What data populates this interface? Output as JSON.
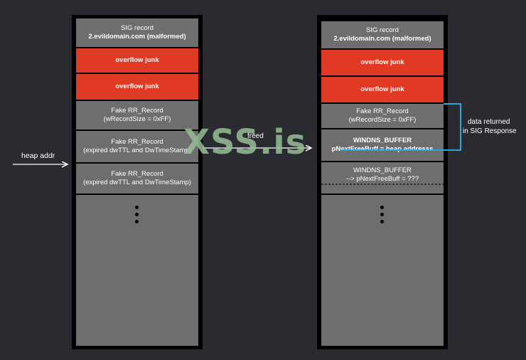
{
  "left_stack": {
    "blocks": [
      {
        "line1": "SIG record",
        "line2": "2.evildomain.com (malformed)",
        "kind": "gray"
      },
      {
        "line1": "overflow junk",
        "kind": "red"
      },
      {
        "line1": "overflow junk",
        "kind": "red"
      },
      {
        "line1": "Fake RR_Record",
        "line2": "(wRecordSize = 0xFF)",
        "kind": "gray"
      },
      {
        "line1": "Fake RR_Record",
        "line2": "(expired dwTTL and DwTimeStamp)",
        "kind": "gray"
      },
      {
        "line1": "Fake RR_Record",
        "line2": "(expired dwTTL and DwTimeStamp)",
        "kind": "gray"
      }
    ]
  },
  "right_stack": {
    "blocks": [
      {
        "line1": "SIG record",
        "line2": "2.evildomain.com (malformed)",
        "kind": "gray"
      },
      {
        "line1": "overflow junk",
        "kind": "red"
      },
      {
        "line1": "overflow junk",
        "kind": "red"
      },
      {
        "line1": "Fake RR_Record",
        "line2": "(wRecordSize = 0xFF)",
        "kind": "gray"
      },
      {
        "line1": "WINDNS_BUFFER",
        "line2": "pNextFreeBuff = heap addresss",
        "kind": "gray"
      },
      {
        "line1": "WINDNS_BUFFER",
        "line2": "--> pNextFreeBuff = ???",
        "kind": "gray"
      }
    ]
  },
  "labels": {
    "heap_addr": "heap addr",
    "freed": "freed",
    "data_returned_1": "data returned",
    "data_returned_2": "in SIG Response"
  },
  "watermark": "XSS.is",
  "colors": {
    "background": "#2a2b30",
    "red": "#e03a24",
    "gray": "#6e6e6e",
    "bracket": "#29a8e0"
  }
}
